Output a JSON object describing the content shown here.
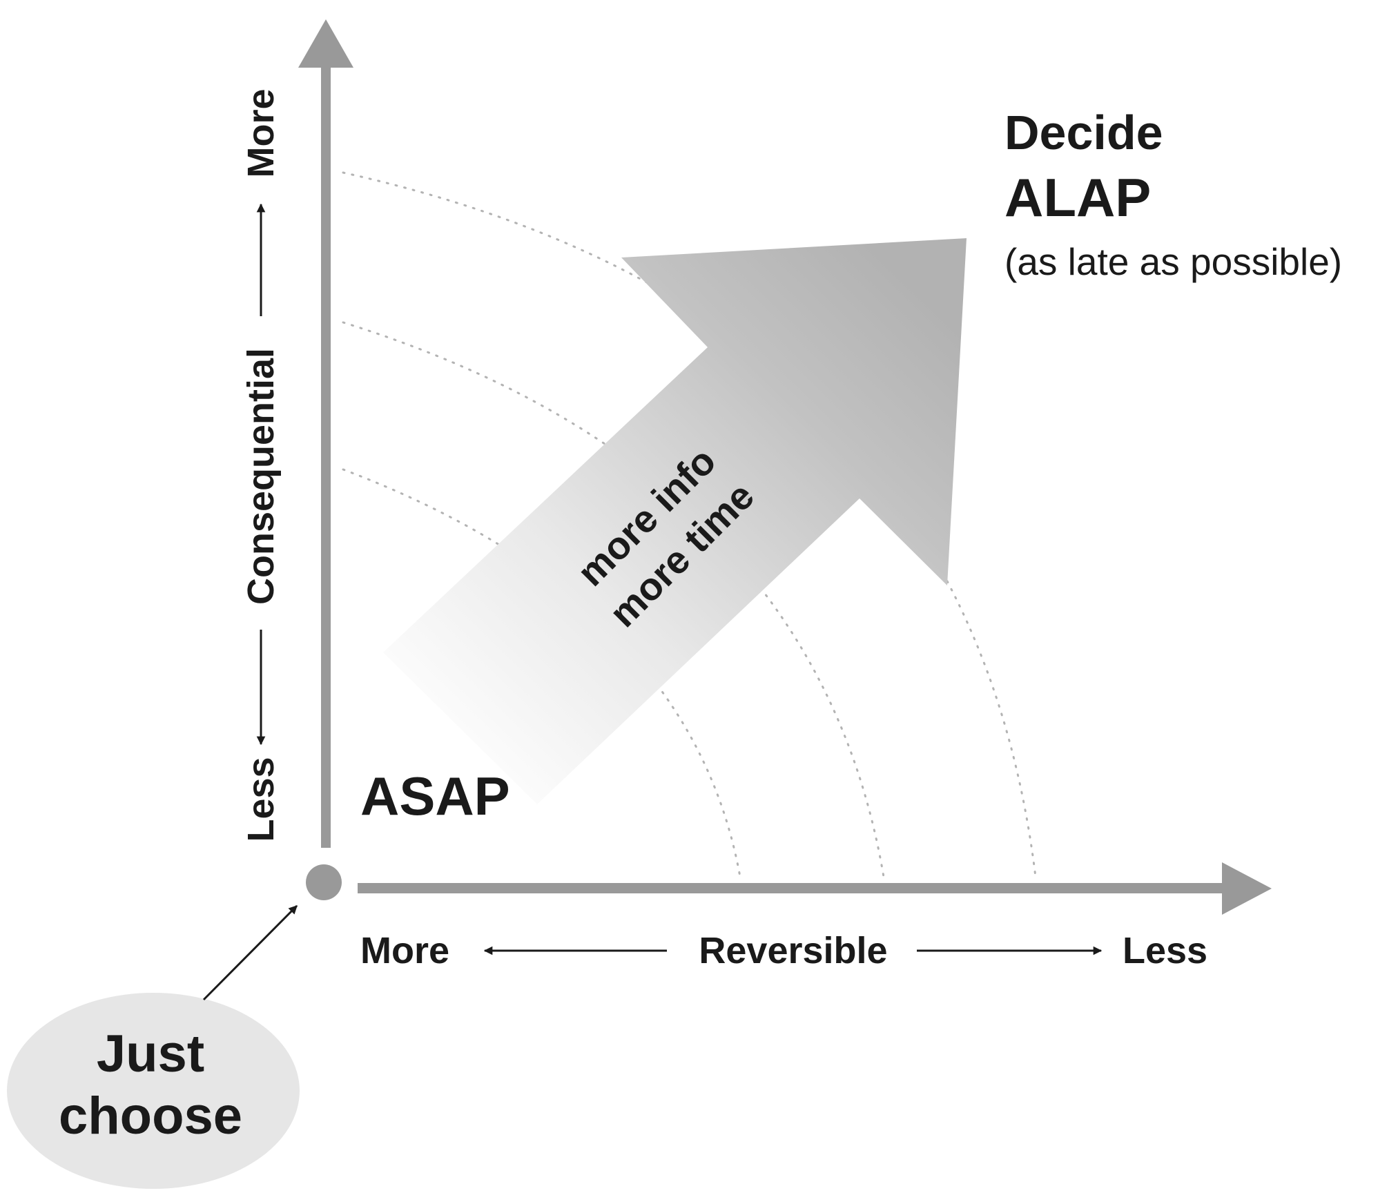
{
  "y_axis": {
    "title": "Consequential",
    "low_label": "Less",
    "high_label": "More"
  },
  "x_axis": {
    "title": "Reversible",
    "low_label": "More",
    "high_label": "Less"
  },
  "callout": {
    "text_line1": "Just",
    "text_line2": "choose"
  },
  "asap_label": "ASAP",
  "alap": {
    "line1": "Decide",
    "line2": "ALAP",
    "line3": "(as late as possible)"
  },
  "big_arrow": {
    "line1": "more info",
    "line2": "more time"
  },
  "colors": {
    "axis_gray": "#999999",
    "text": "#1a1a1a",
    "dotted_curve": "#b3b3b3",
    "ellipse_fill": "#e6e6e6"
  }
}
